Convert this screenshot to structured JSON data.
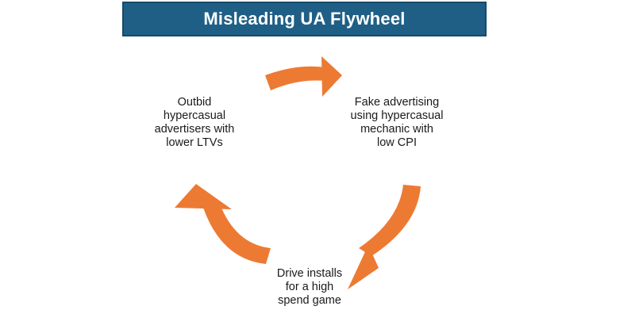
{
  "title": "Misleading UA Flywheel",
  "colors": {
    "banner": "#1f5f86",
    "arrow": "#ed7a33",
    "text": "#1a1a1a"
  },
  "nodes": {
    "outbid": "Outbid\nhypercasual\nadvertisers with\nlower LTVs",
    "fake": "Fake advertising\nusing hypercasual\nmechanic with\nlow CPI",
    "drive": "Drive installs\nfor a high\nspend game"
  }
}
